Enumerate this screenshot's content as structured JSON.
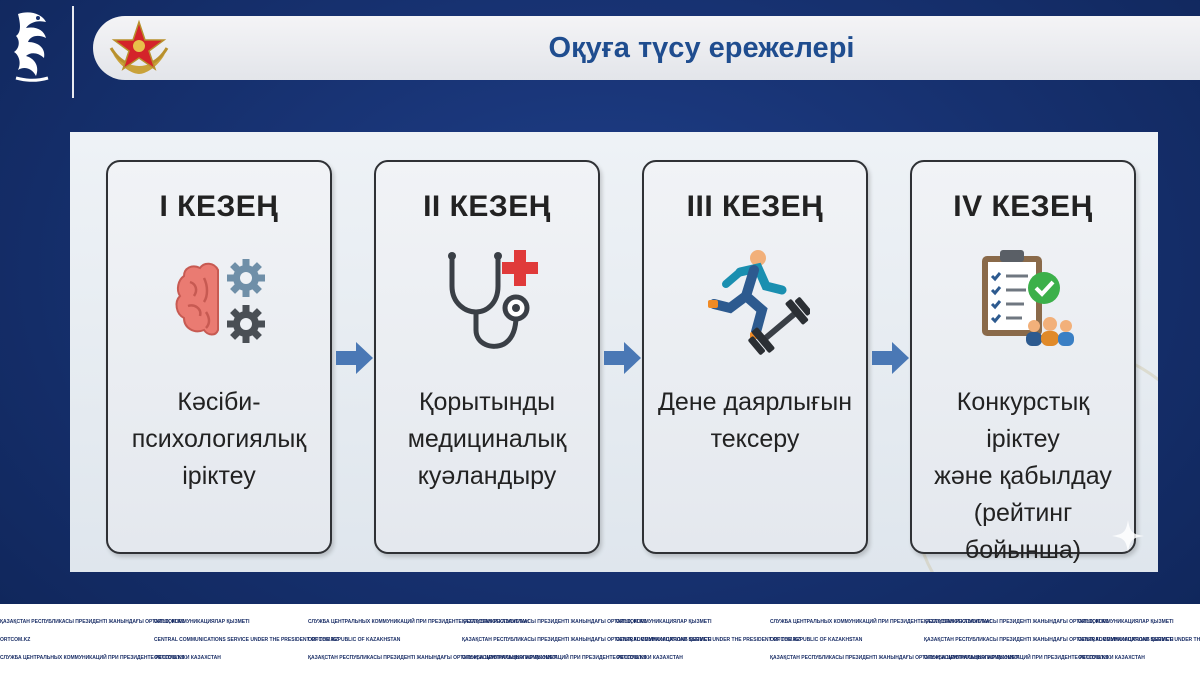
{
  "header": {
    "title": "Оқуға түсу ережелері"
  },
  "stages": [
    {
      "title": "I КЕЗЕҢ",
      "icon": "brain-gears-icon",
      "lines": [
        "Кәсіби-",
        "психологиялық",
        "іріктеу"
      ]
    },
    {
      "title": "II КЕЗЕҢ",
      "icon": "stethoscope-cross-icon",
      "lines": [
        "Қорытынды",
        "медициналық",
        "куәландыру"
      ]
    },
    {
      "title": "III КЕЗЕҢ",
      "icon": "runner-dumbbell-icon",
      "lines": [
        "Дене даярлығын",
        "тексеру"
      ]
    },
    {
      "title": "IV КЕЗЕҢ",
      "icon": "clipboard-check-people-icon",
      "lines": [
        "Конкурстық іріктеу",
        "және қабылдау",
        "(рейтинг бойынша)"
      ]
    }
  ],
  "colors": {
    "background": "#16306e",
    "title_text": "#1f4d8f",
    "arrow": "#4a78b5",
    "stage_border": "#2f3135"
  },
  "footer": {
    "items": [
      "ҚАЗАҚСТАН РЕСПУБЛИКАСЫ ПРЕЗИДЕНТІ ЖАНЫНДАҒЫ ОРТАЛЫҚ КОММУНИКАЦИЯЛАР ҚЫЗМЕТІ",
      "ORTCOM.KZ",
      "СЛУЖБА ЦЕНТРАЛЬНЫХ КОММУНИКАЦИЙ ПРИ ПРЕЗИДЕНТЕ РЕСПУБЛИКИ КАЗАХСТАН",
      "CENTRAL COMMUNICATIONS SERVICE UNDER THE PRESIDENT OF THE REPUBLIC OF KAZAKHSTAN"
    ]
  }
}
